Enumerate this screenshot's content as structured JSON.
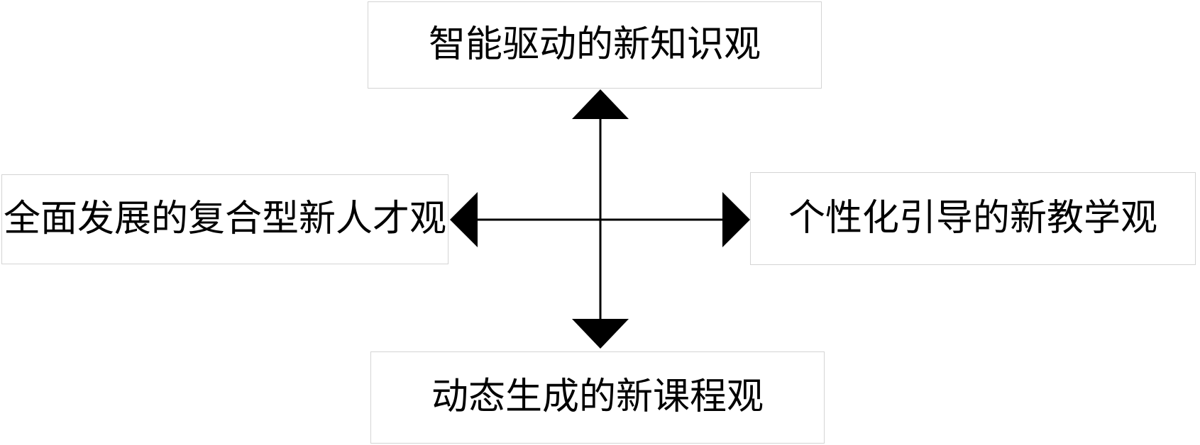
{
  "diagram": {
    "nodes": {
      "top": {
        "label": "智能驱动的新知识观"
      },
      "left": {
        "label": "全面发展的复合型新人才观"
      },
      "right": {
        "label": "个性化引导的新教学观"
      },
      "bottom": {
        "label": "动态生成的新课程观"
      }
    },
    "colors": {
      "background": "#ffffff",
      "box_fill": "#ffffff",
      "box_border": "#d4d4d4",
      "arrow": "#000000",
      "text": "#000000"
    }
  }
}
